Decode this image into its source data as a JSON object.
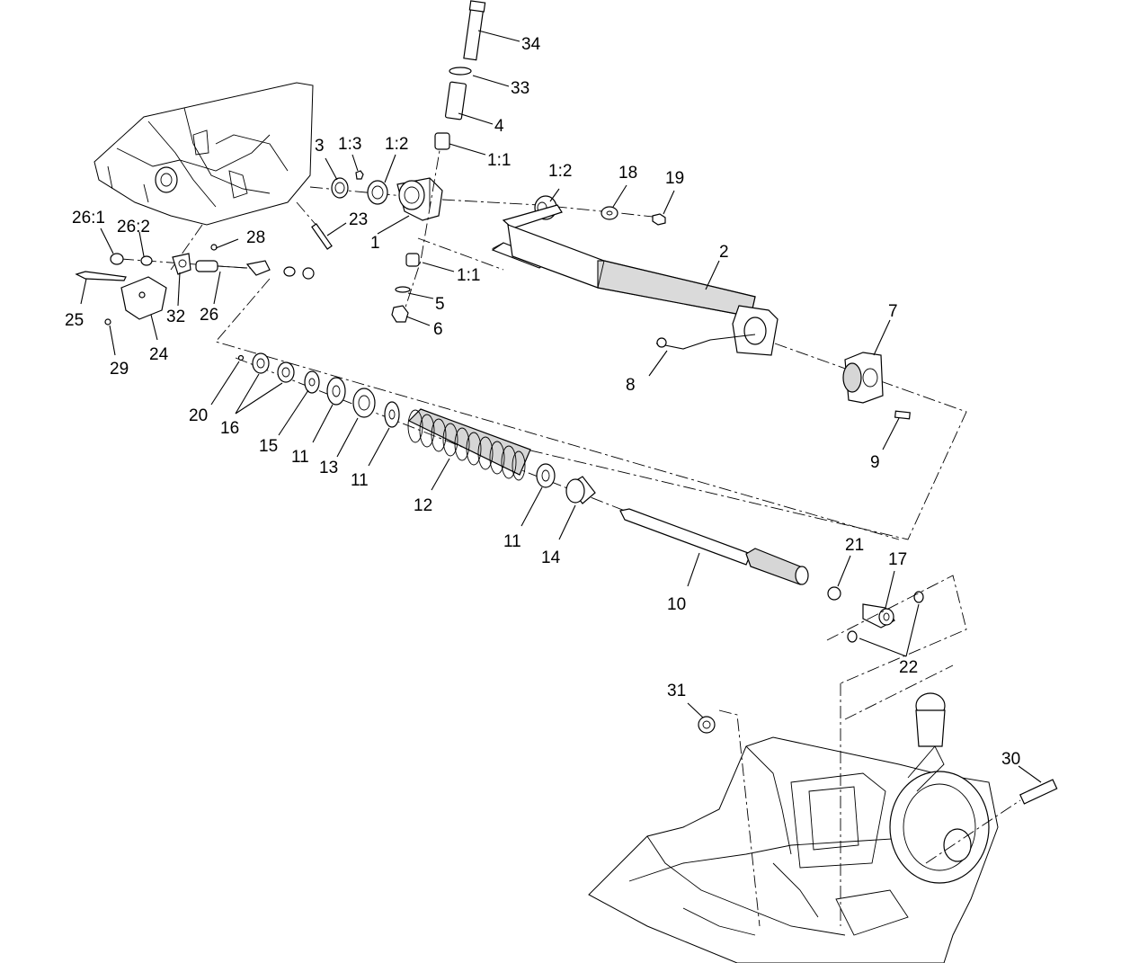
{
  "diagram": {
    "callouts": {
      "c34": "34",
      "c33": "33",
      "c4": "4",
      "c1_1a": "1:1",
      "c1_2a": "1:2",
      "c18": "18",
      "c19": "19",
      "c3": "3",
      "c1_3": "1:3",
      "c1_2b": "1:2",
      "c23": "23",
      "c1": "1",
      "c1_1b": "1:1",
      "c5": "5",
      "c6": "6",
      "c2": "2",
      "c7": "7",
      "c8": "8",
      "c9": "9",
      "c26_1": "26:1",
      "c26_2": "26:2",
      "c28": "28",
      "c25": "25",
      "c32": "32",
      "c26": "26",
      "c24": "24",
      "c29": "29",
      "c20": "20",
      "c16": "16",
      "c15": "15",
      "c11a": "11",
      "c13": "13",
      "c11b": "11",
      "c12": "12",
      "c11c": "11",
      "c14": "14",
      "c10": "10",
      "c21": "21",
      "c17": "17",
      "c22": "22",
      "c31": "31",
      "c30": "30"
    }
  }
}
